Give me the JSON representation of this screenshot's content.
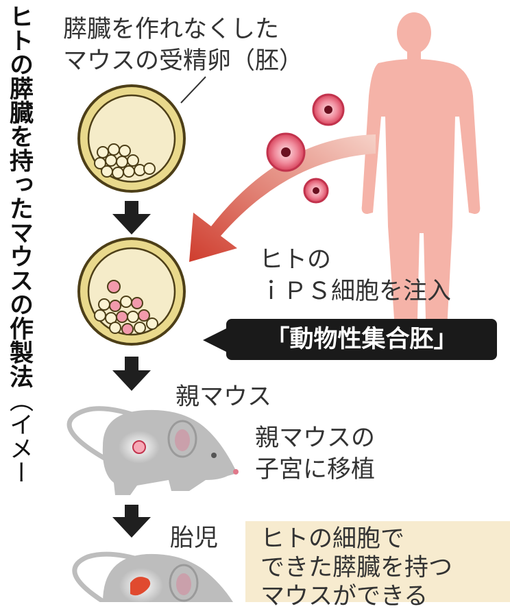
{
  "title": "ヒトの膵臓を持ったマウスの作製法",
  "title_suffix": "（イメー",
  "step1_label": [
    "膵臓を作れなくした",
    "マウスの受精卵（胚）"
  ],
  "human_label": [
    "ヒトの",
    "ｉＰＳ細胞を注入"
  ],
  "callout": "「動物性集合胚」",
  "parent_mouse": "親マウス",
  "transplant_label": [
    "親マウスの",
    "子宮に移植"
  ],
  "fetus": "胎児",
  "result_label": [
    "ヒトの細胞で",
    "できた膵臓を持つ",
    "マウスができる"
  ],
  "colors": {
    "embryo_fill": "#f3e8c2",
    "embryo_border": "#5c4a1e",
    "ips_cell": "#e2546d",
    "human_body": "#f5b3a8",
    "arrow": "#d24b3b",
    "mouse": "#bdbdbd",
    "highlight": "#f7ebcf"
  }
}
